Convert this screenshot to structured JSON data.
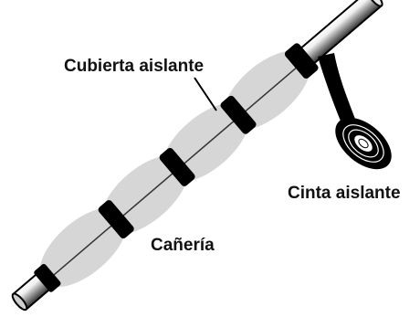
{
  "labels": {
    "insulation_cover": "Cubierta aislante",
    "insulating_tape": "Cinta aislante",
    "pipe": "Cañería"
  }
}
